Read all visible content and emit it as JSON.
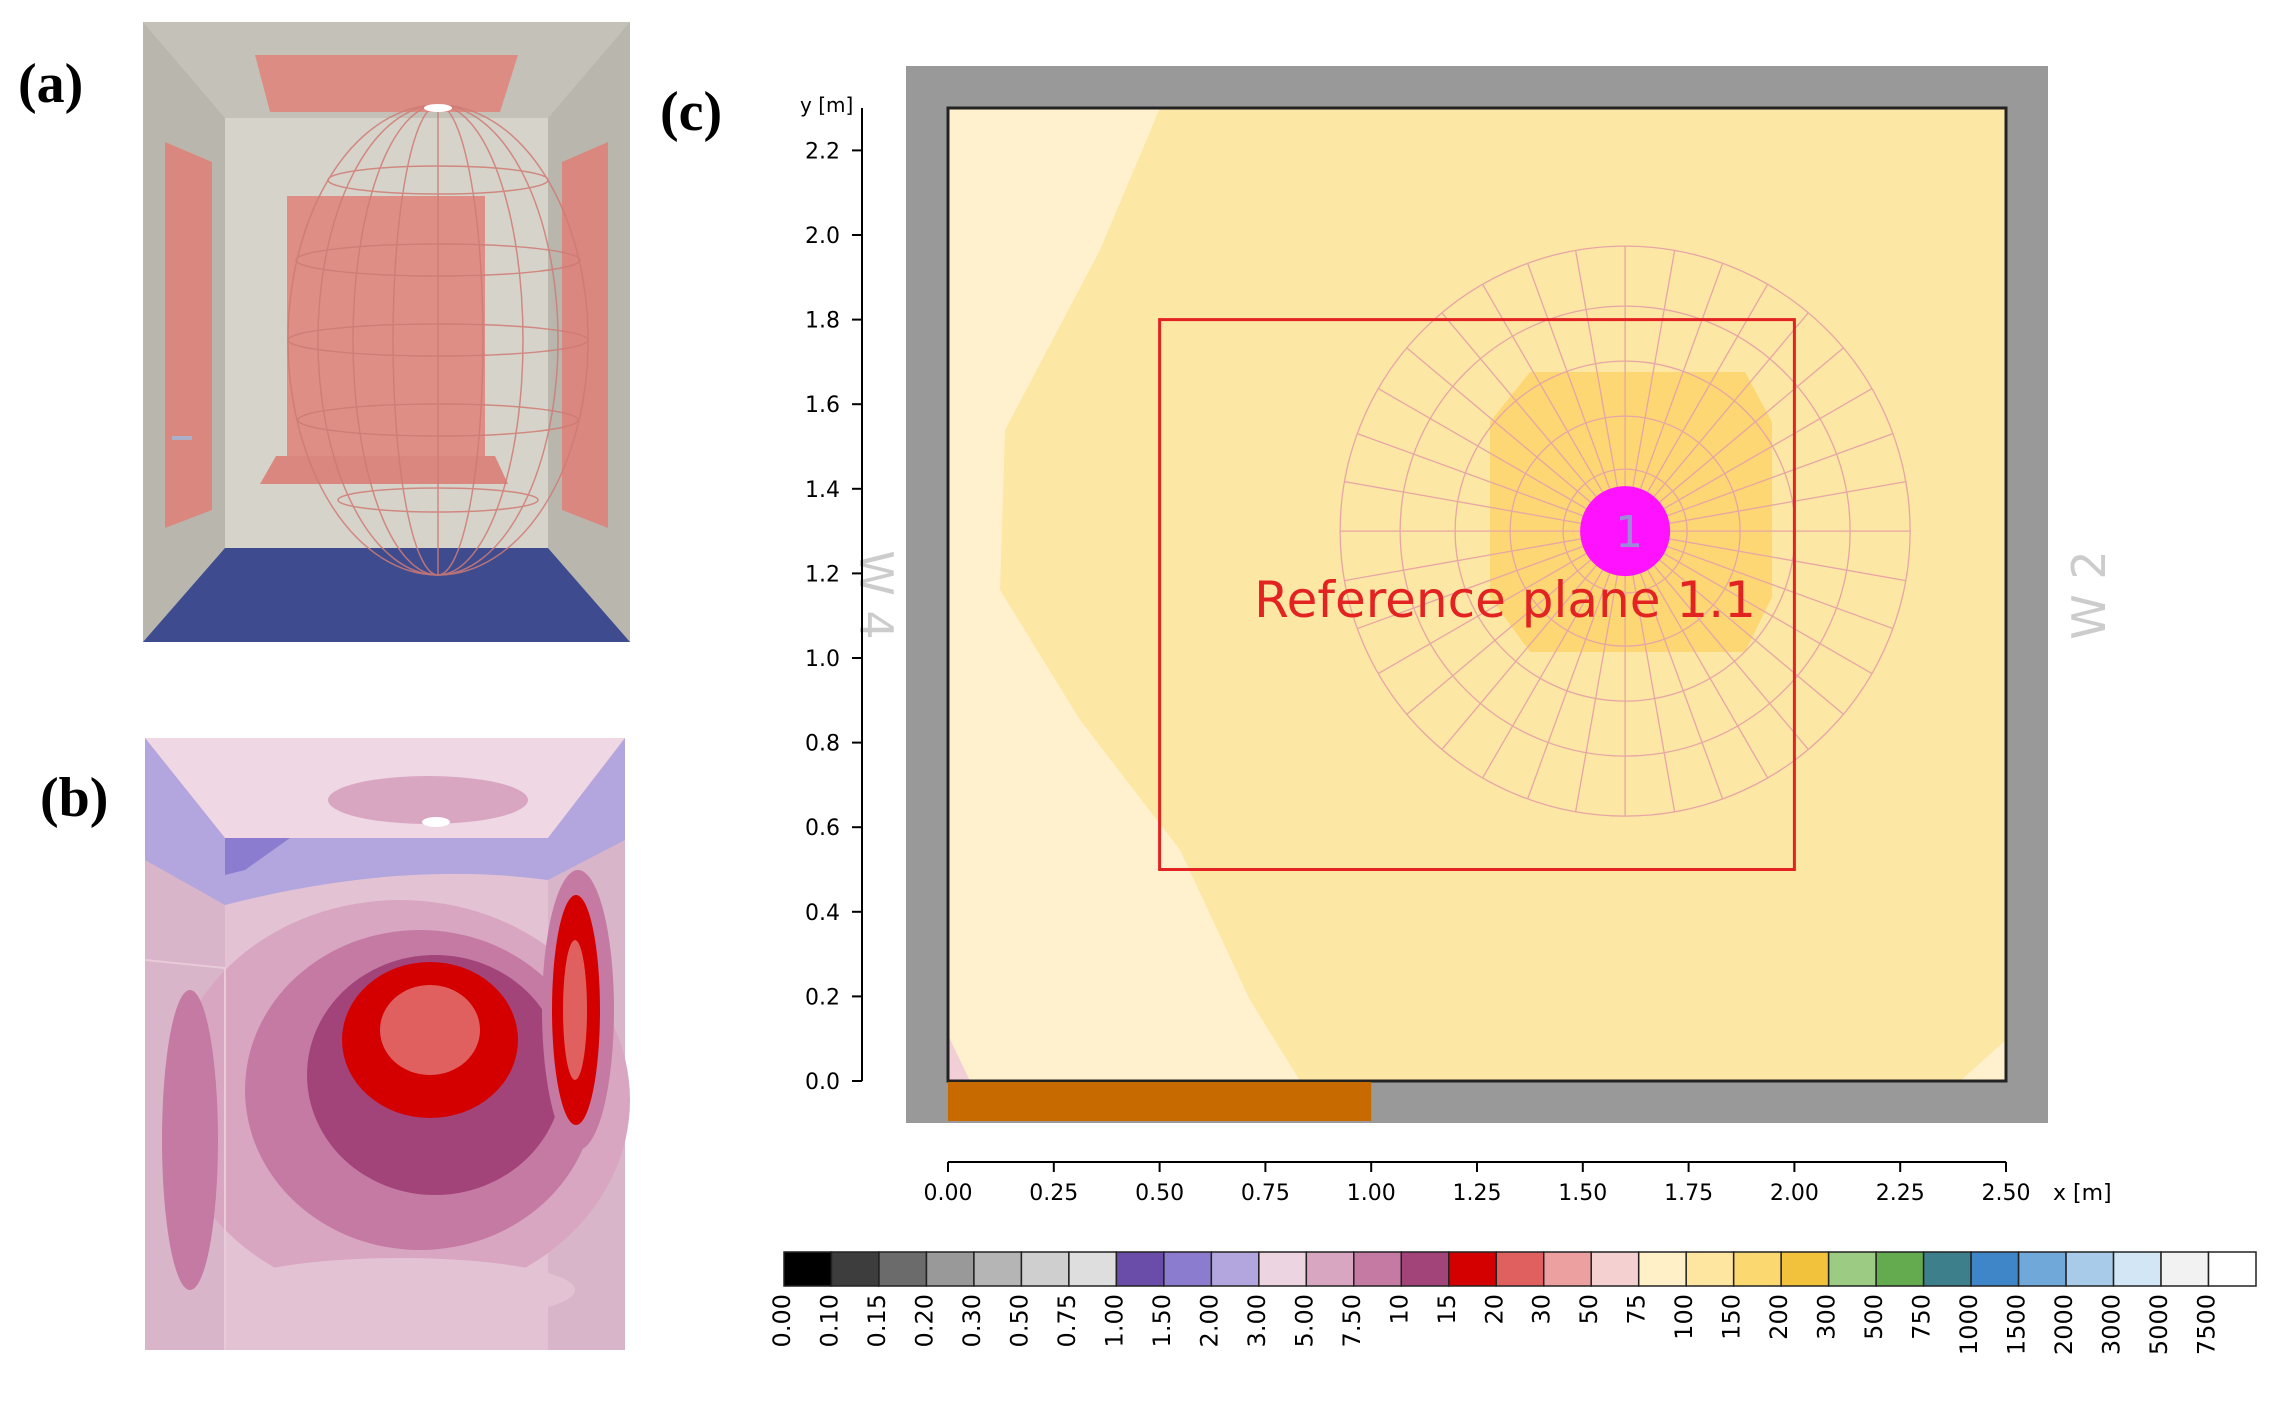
{
  "panels": {
    "a": {
      "label": "(a)"
    },
    "b": {
      "label": "(b)"
    },
    "c": {
      "label": "(c)"
    }
  },
  "plan": {
    "wall_left_label": "W 4",
    "wall_right_label": "W 2",
    "plane_label": "Reference plane 1.1",
    "luminaire_number": "1",
    "x_axis_label": "x [m]",
    "y_axis_label": "y [m]",
    "x_ticks": [
      "0.00",
      "0.25",
      "0.50",
      "0.75",
      "1.00",
      "1.25",
      "1.50",
      "1.75",
      "2.00",
      "2.25",
      "2.50"
    ],
    "y_ticks": [
      "0.0",
      "0.2",
      "0.4",
      "0.6",
      "0.8",
      "1.0",
      "1.2",
      "1.4",
      "1.6",
      "1.8",
      "2.0",
      "2.2"
    ],
    "x_tick_values": [
      0,
      0.25,
      0.5,
      0.75,
      1.0,
      1.25,
      1.5,
      1.75,
      2.0,
      2.25,
      2.5
    ],
    "y_tick_values": [
      0,
      0.2,
      0.4,
      0.6,
      0.8,
      1.0,
      1.2,
      1.4,
      1.6,
      1.8,
      2.0,
      2.2
    ],
    "reference_plane": {
      "x_min": 0.5,
      "x_max": 2.0,
      "y_min": 0.5,
      "y_max": 1.8
    },
    "luminaire": {
      "x": 1.6,
      "y": 1.3
    },
    "door": {
      "x_min": 0.0,
      "x_max": 1.0
    }
  },
  "scale": {
    "labels": [
      "0.00",
      "0.10",
      "0.15",
      "0.20",
      "0.30",
      "0.50",
      "0.75",
      "1.00",
      "1.50",
      "2.00",
      "3.00",
      "5.00",
      "7.50",
      "10",
      "15",
      "20",
      "30",
      "50",
      "75",
      "100",
      "150",
      "200",
      "300",
      "500",
      "750",
      "1000",
      "1500",
      "2000",
      "3000",
      "5000",
      "7500"
    ],
    "colors": [
      "#000000",
      "#3d3d3d",
      "#6b6b6b",
      "#999999",
      "#b5b5b5",
      "#cfcfcf",
      "#dedede",
      "#6a4da8",
      "#8c7ccf",
      "#b3a6de",
      "#ecd4e0",
      "#d9a6c2",
      "#c47aa3",
      "#a24479",
      "#d40000",
      "#e06060",
      "#eca0a0",
      "#f5d0d0",
      "#fff0c8",
      "#ffe6a0",
      "#fcd970",
      "#f2c23c",
      "#9ccc84",
      "#64ab50",
      "#3d7f8a",
      "#3f86c8",
      "#70a8da",
      "#a8cbea",
      "#d3e6f5",
      "#f2f2f2",
      "#ffffff"
    ]
  }
}
